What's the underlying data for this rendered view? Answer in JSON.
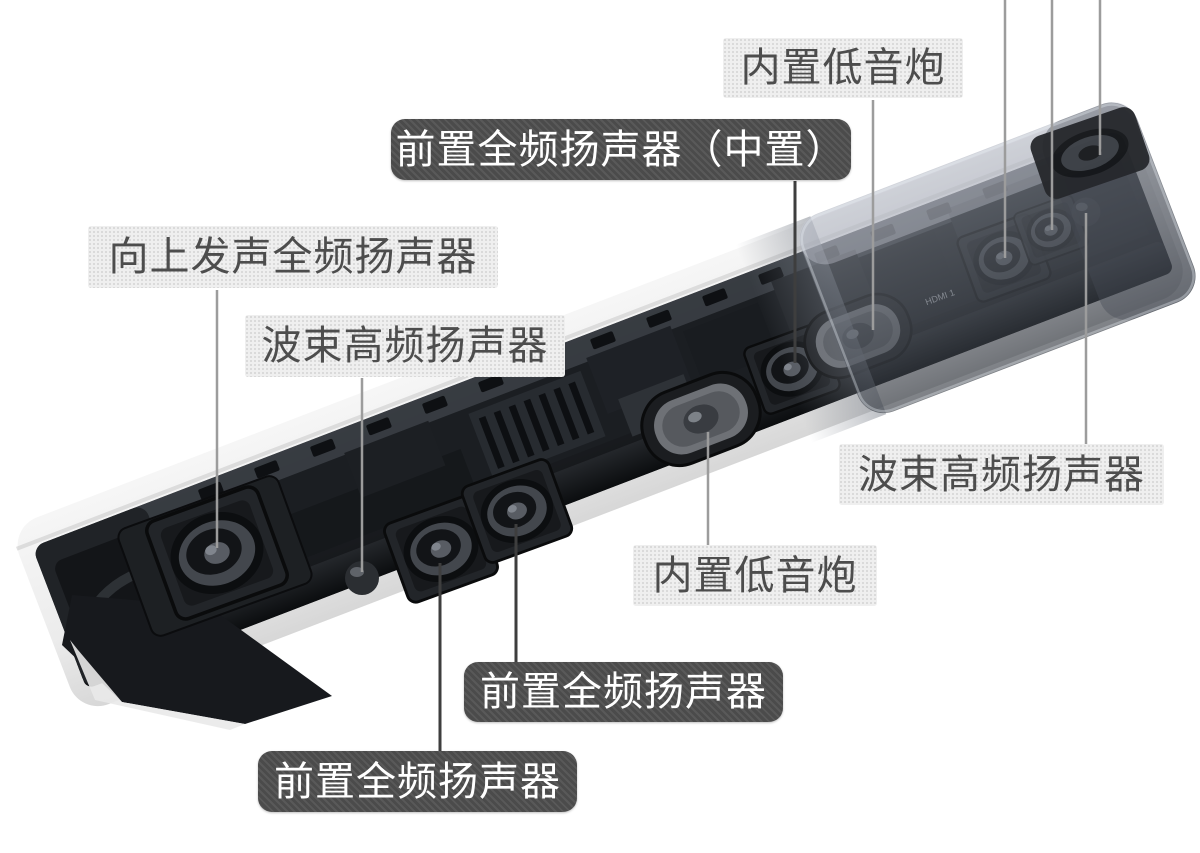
{
  "diagram": {
    "description": "Soundbar internal components cutaway diagram with callout annotations",
    "hdmi_text": "HDMI 1",
    "colors": {
      "background": "#ffffff",
      "label_light_bg": "#efefef",
      "label_light_text": "#4d4d4d",
      "label_dark_bg": "#4b4b4b",
      "label_dark_text": "#ffffff",
      "leader_line_gray": "#9c9c9c",
      "leader_line_dark": "#3e3e3e",
      "soundbar_body": "#1b1e22",
      "soundbar_shell": "#eeeeee"
    },
    "labels": [
      {
        "id": "subwoofer-top",
        "text": "内置低音炮",
        "style": "light"
      },
      {
        "id": "front-center",
        "text": "前置全频扬声器（中置）",
        "style": "dark"
      },
      {
        "id": "upfiring-speaker",
        "text": "向上发声全频扬声器",
        "style": "light"
      },
      {
        "id": "beam-tweeter-left",
        "text": "波束高频扬声器",
        "style": "light"
      },
      {
        "id": "beam-tweeter-right",
        "text": "波束高频扬声器",
        "style": "light"
      },
      {
        "id": "subwoofer-bottom",
        "text": "内置低音炮",
        "style": "light"
      },
      {
        "id": "front-speaker-right",
        "text": "前置全频扬声器",
        "style": "dark"
      },
      {
        "id": "front-speaker-left",
        "text": "前置全频扬声器",
        "style": "dark"
      }
    ]
  }
}
